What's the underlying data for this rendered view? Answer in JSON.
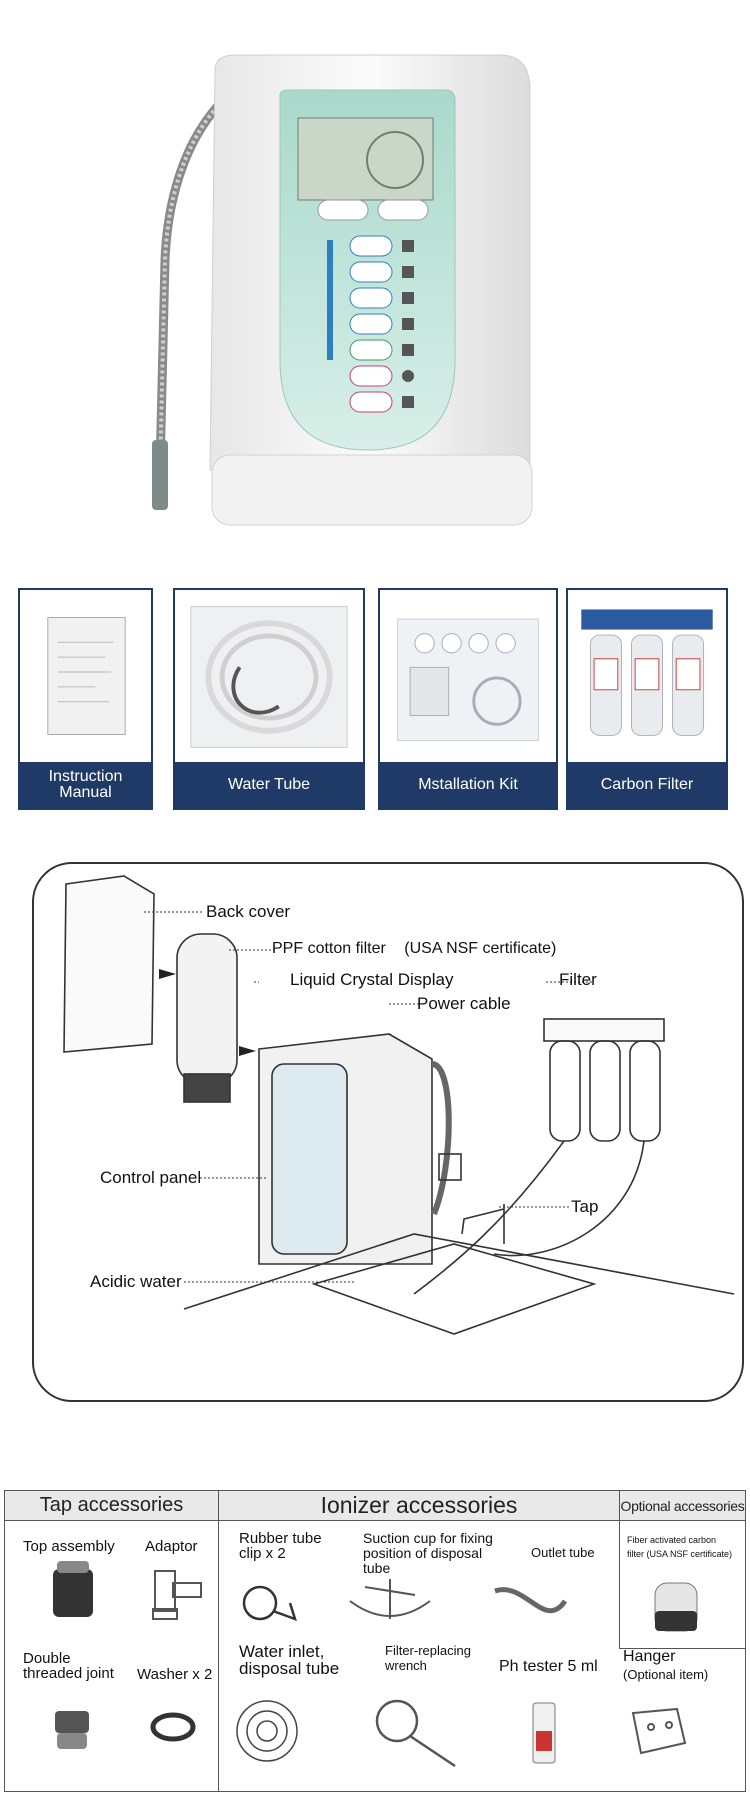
{
  "package_items": [
    {
      "label": "Instruction\nManual",
      "icon": "manual-icon"
    },
    {
      "label": "Water Tube",
      "icon": "water-tube-icon"
    },
    {
      "label": "Mstallation Kit",
      "icon": "installation-kit-icon"
    },
    {
      "label": "Carbon Filter",
      "icon": "carbon-filter-icon"
    }
  ],
  "diagram": {
    "labels": {
      "back_cover": "Back cover",
      "ppf_filter": "PPF cotton filter",
      "ppf_cert": "(USA NSF certificate)",
      "lcd": "Liquid Crystal Display",
      "power_cable": "Power cable",
      "filter": "Filter",
      "control_panel": "Control panel",
      "tap": "Tap",
      "acidic_water": "Acidic water"
    }
  },
  "accessories": {
    "tap_header": "Tap accessories",
    "ionizer_header": "Ionizer accessories",
    "optional_header": "Optional accessories",
    "tap_items": {
      "top_assembly": "Top assembly",
      "adaptor": "Adaptor",
      "double_joint": "Double\nthreaded joint",
      "washer": "Washer x 2"
    },
    "ionizer_items": {
      "rubber_clip": "Rubber tube\nclip x 2",
      "suction_cup": "Suction cup for fixing\nposition of disposal\ntube",
      "outlet_tube": "Outlet tube",
      "water_inlet": "Water inlet,\ndisposal tube",
      "wrench": "Filter-replacing\nwrench",
      "ph_tester": "Ph tester 5 ml",
      "hanger": "Hanger",
      "hanger_note": "(Optional item)"
    },
    "optional_items": {
      "fiber_filter": "Fiber activated carbon\nfilter (USA NSF certificate)"
    }
  },
  "colors": {
    "caption_bg": "#1f3a66",
    "panel_green": "#bfe6dc",
    "button_blue": "#2e7fc0"
  }
}
